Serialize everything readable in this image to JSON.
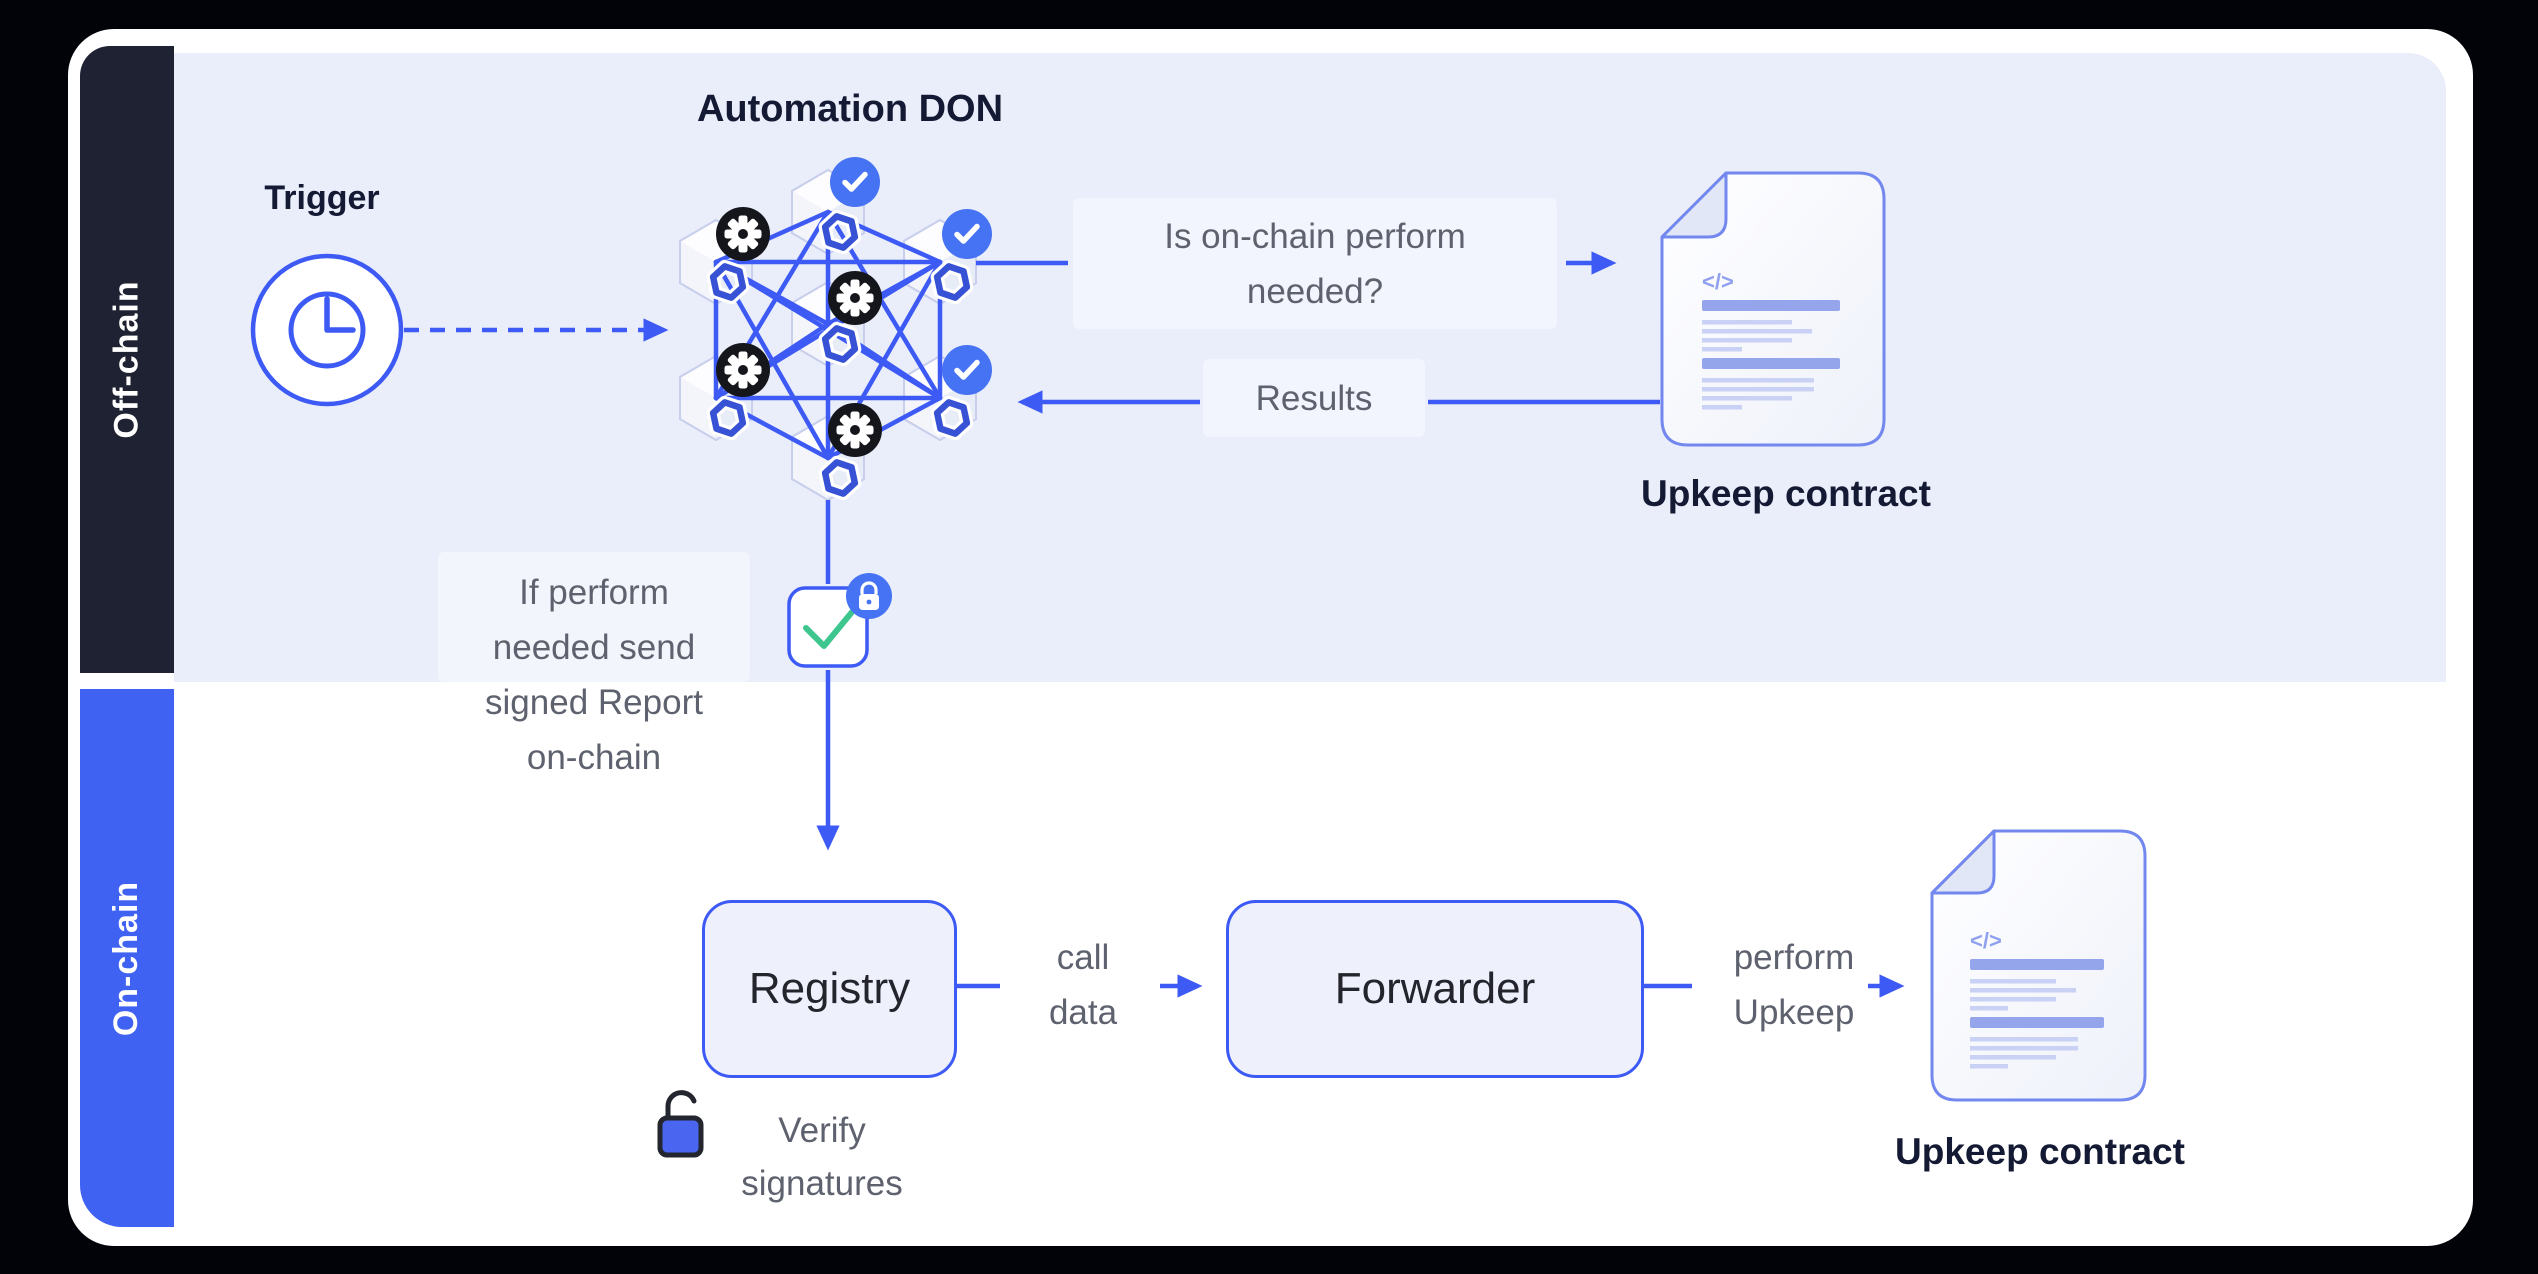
{
  "sections": {
    "offchain": {
      "label": "Off-chain",
      "color": "#1e2232"
    },
    "onchain": {
      "label": "On-chain",
      "color": "#3f62f2"
    }
  },
  "don": {
    "title": "Automation DON",
    "node_count": 7
  },
  "trigger": {
    "label": "Trigger",
    "icon": "clock-icon"
  },
  "flow": {
    "question": "Is on-chain perform\nneeded?",
    "results": "Results",
    "if_perform": "If perform\nneeded send\nsigned Report\non-chain",
    "call_data": "call\ndata",
    "perform_upkeep": "perform\nUpkeep",
    "verify_signatures": "Verify\nsignatures"
  },
  "boxes": {
    "registry": "Registry",
    "forwarder": "Forwarder"
  },
  "contracts": {
    "top_label": "Upkeep contract",
    "bottom_label": "Upkeep contract",
    "code_glyph": "</>"
  },
  "icons": [
    "clock-icon",
    "gear-badge-icon",
    "check-badge-icon",
    "chainlink-node-icon",
    "lock-badge-icon",
    "check-icon",
    "unlock-icon",
    "document-icon",
    "code-icon"
  ],
  "colors": {
    "accent_blue": "#3d5af5",
    "badge_blue": "#4573f4",
    "sidebar_dark": "#1e2232",
    "sidebar_blue": "#3f62f2",
    "band_lavender": "#eaedfa",
    "green_check": "#3ec68f",
    "gray_text": "#5e626e",
    "heading_text": "#141a33",
    "doc_border": "#7388ee"
  }
}
